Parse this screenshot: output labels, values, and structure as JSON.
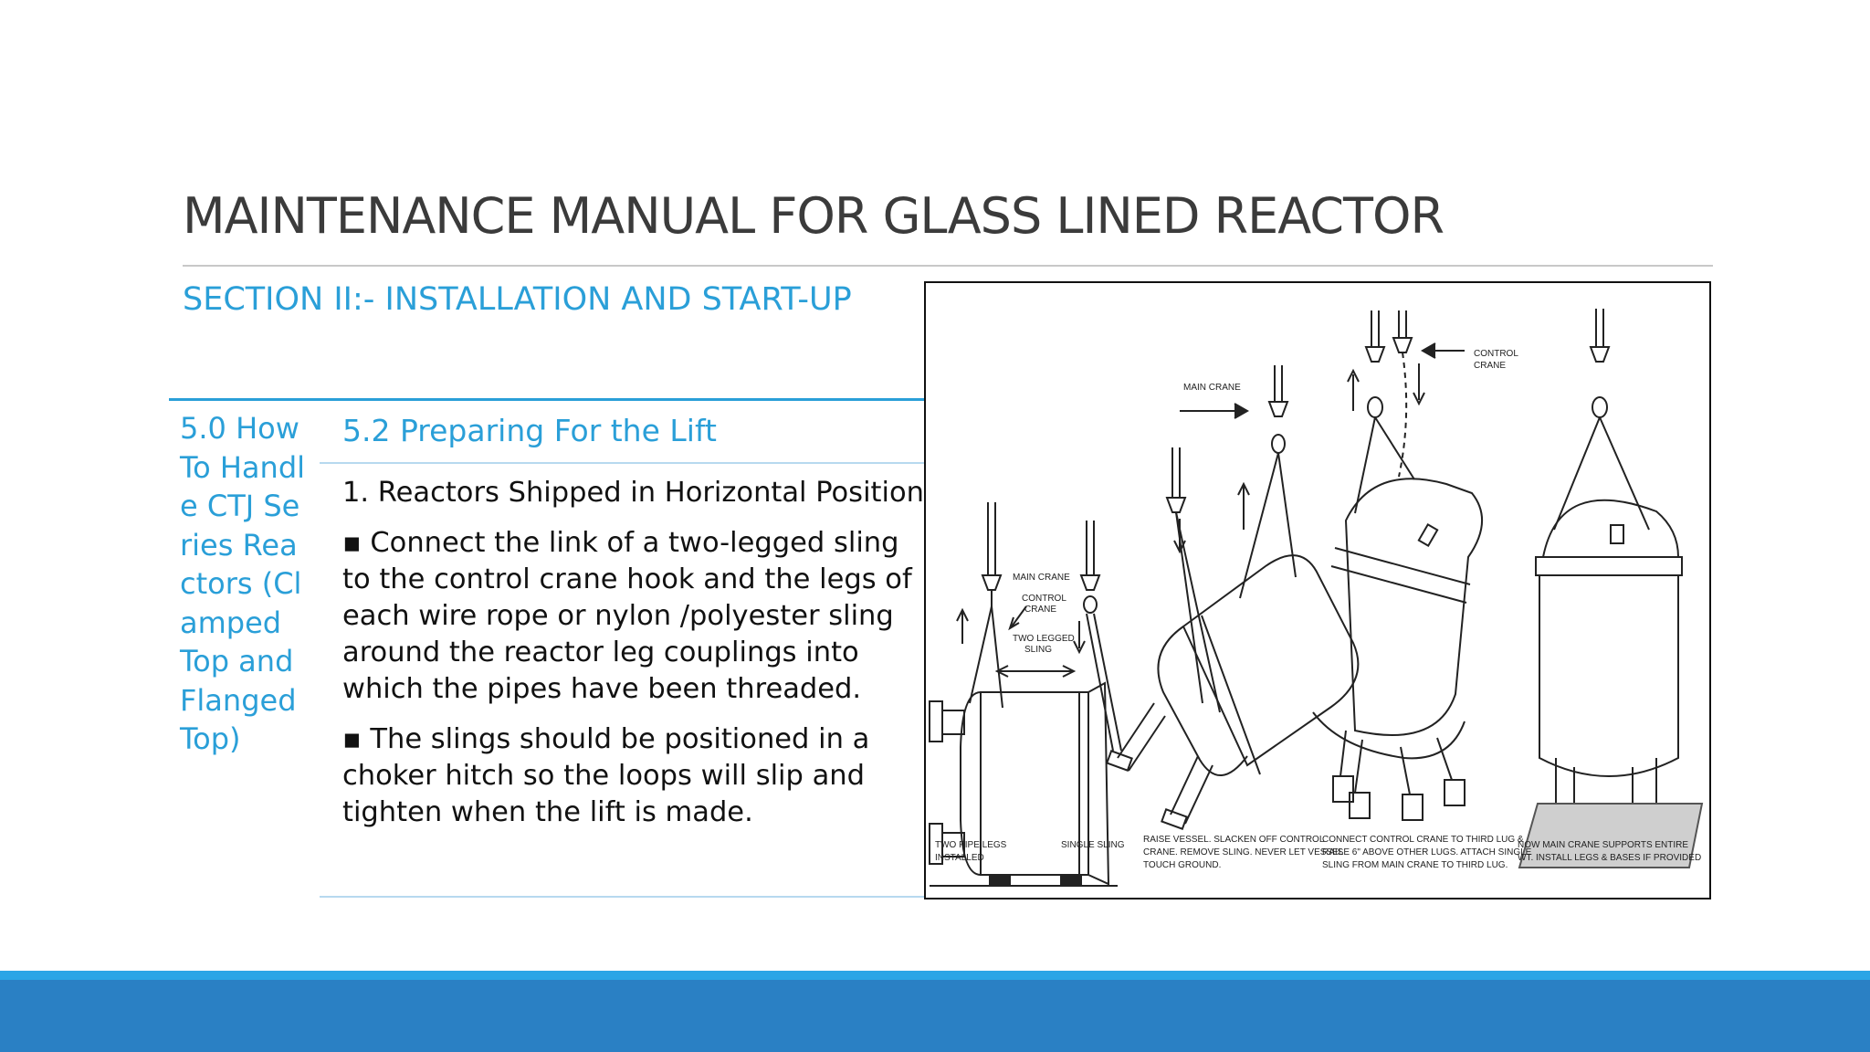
{
  "slide": {
    "title": "MAINTENANCE MANUAL FOR GLASS LINED REACTOR",
    "subtitle": "SECTION II:- INSTALLATION AND START-UP"
  },
  "left_column": {
    "text": "5.0 How To Handle CTJ Series Reactors (Clamped Top and Flanged Top)"
  },
  "section": {
    "heading": "5.2 Preparing For the Lift",
    "item_1": "1. Reactors Shipped in Horizontal Position",
    "bullet_1": "▪ Connect the link of a two-legged sling to the control crane hook and the legs of each wire rope or nylon /polyester sling around the reactor leg couplings into which the pipes have been threaded.",
    "bullet_2": "▪ The slings should be positioned in a choker hitch so the loops will slip and tighten when the lift is made."
  },
  "figure": {
    "labels": {
      "main_crane_1": "MAIN CRANE",
      "control_crane_1": "CONTROL",
      "control_crane_1b": "CRANE",
      "two_legged_sling_1": "TWO LEGGED",
      "two_legged_sling_2": "SLING",
      "main_crane_2": "MAIN CRANE",
      "control_crane_2": "CONTROL",
      "control_crane_2b": "CRANE"
    },
    "captions": {
      "step1_a": "TWO PIPE LEGS",
      "step1_b": "INSTALLED",
      "step1_c": "SINGLE SLING",
      "step2_a": "RAISE VESSEL.  SLACKEN OFF CONTROL",
      "step2_b": "CRANE. REMOVE SLING. NEVER LET VESSEL",
      "step2_c": "TOUCH GROUND.",
      "step3_a": "CONNECT CONTROL CRANE TO THIRD LUG &",
      "step3_b": "RAISE 6\" ABOVE OTHER LUGS. ATTACH SINGLE",
      "step3_c": "SLING FROM MAIN CRANE TO THIRD LUG.",
      "step4_a": "NOW MAIN CRANE SUPPORTS ENTIRE",
      "step4_b": "WT. INSTALL LEGS & BASES IF PROVIDED"
    }
  },
  "colors": {
    "accent": "#2a9fd8",
    "footer": "#2a80c4",
    "title": "#3b3b3b"
  }
}
